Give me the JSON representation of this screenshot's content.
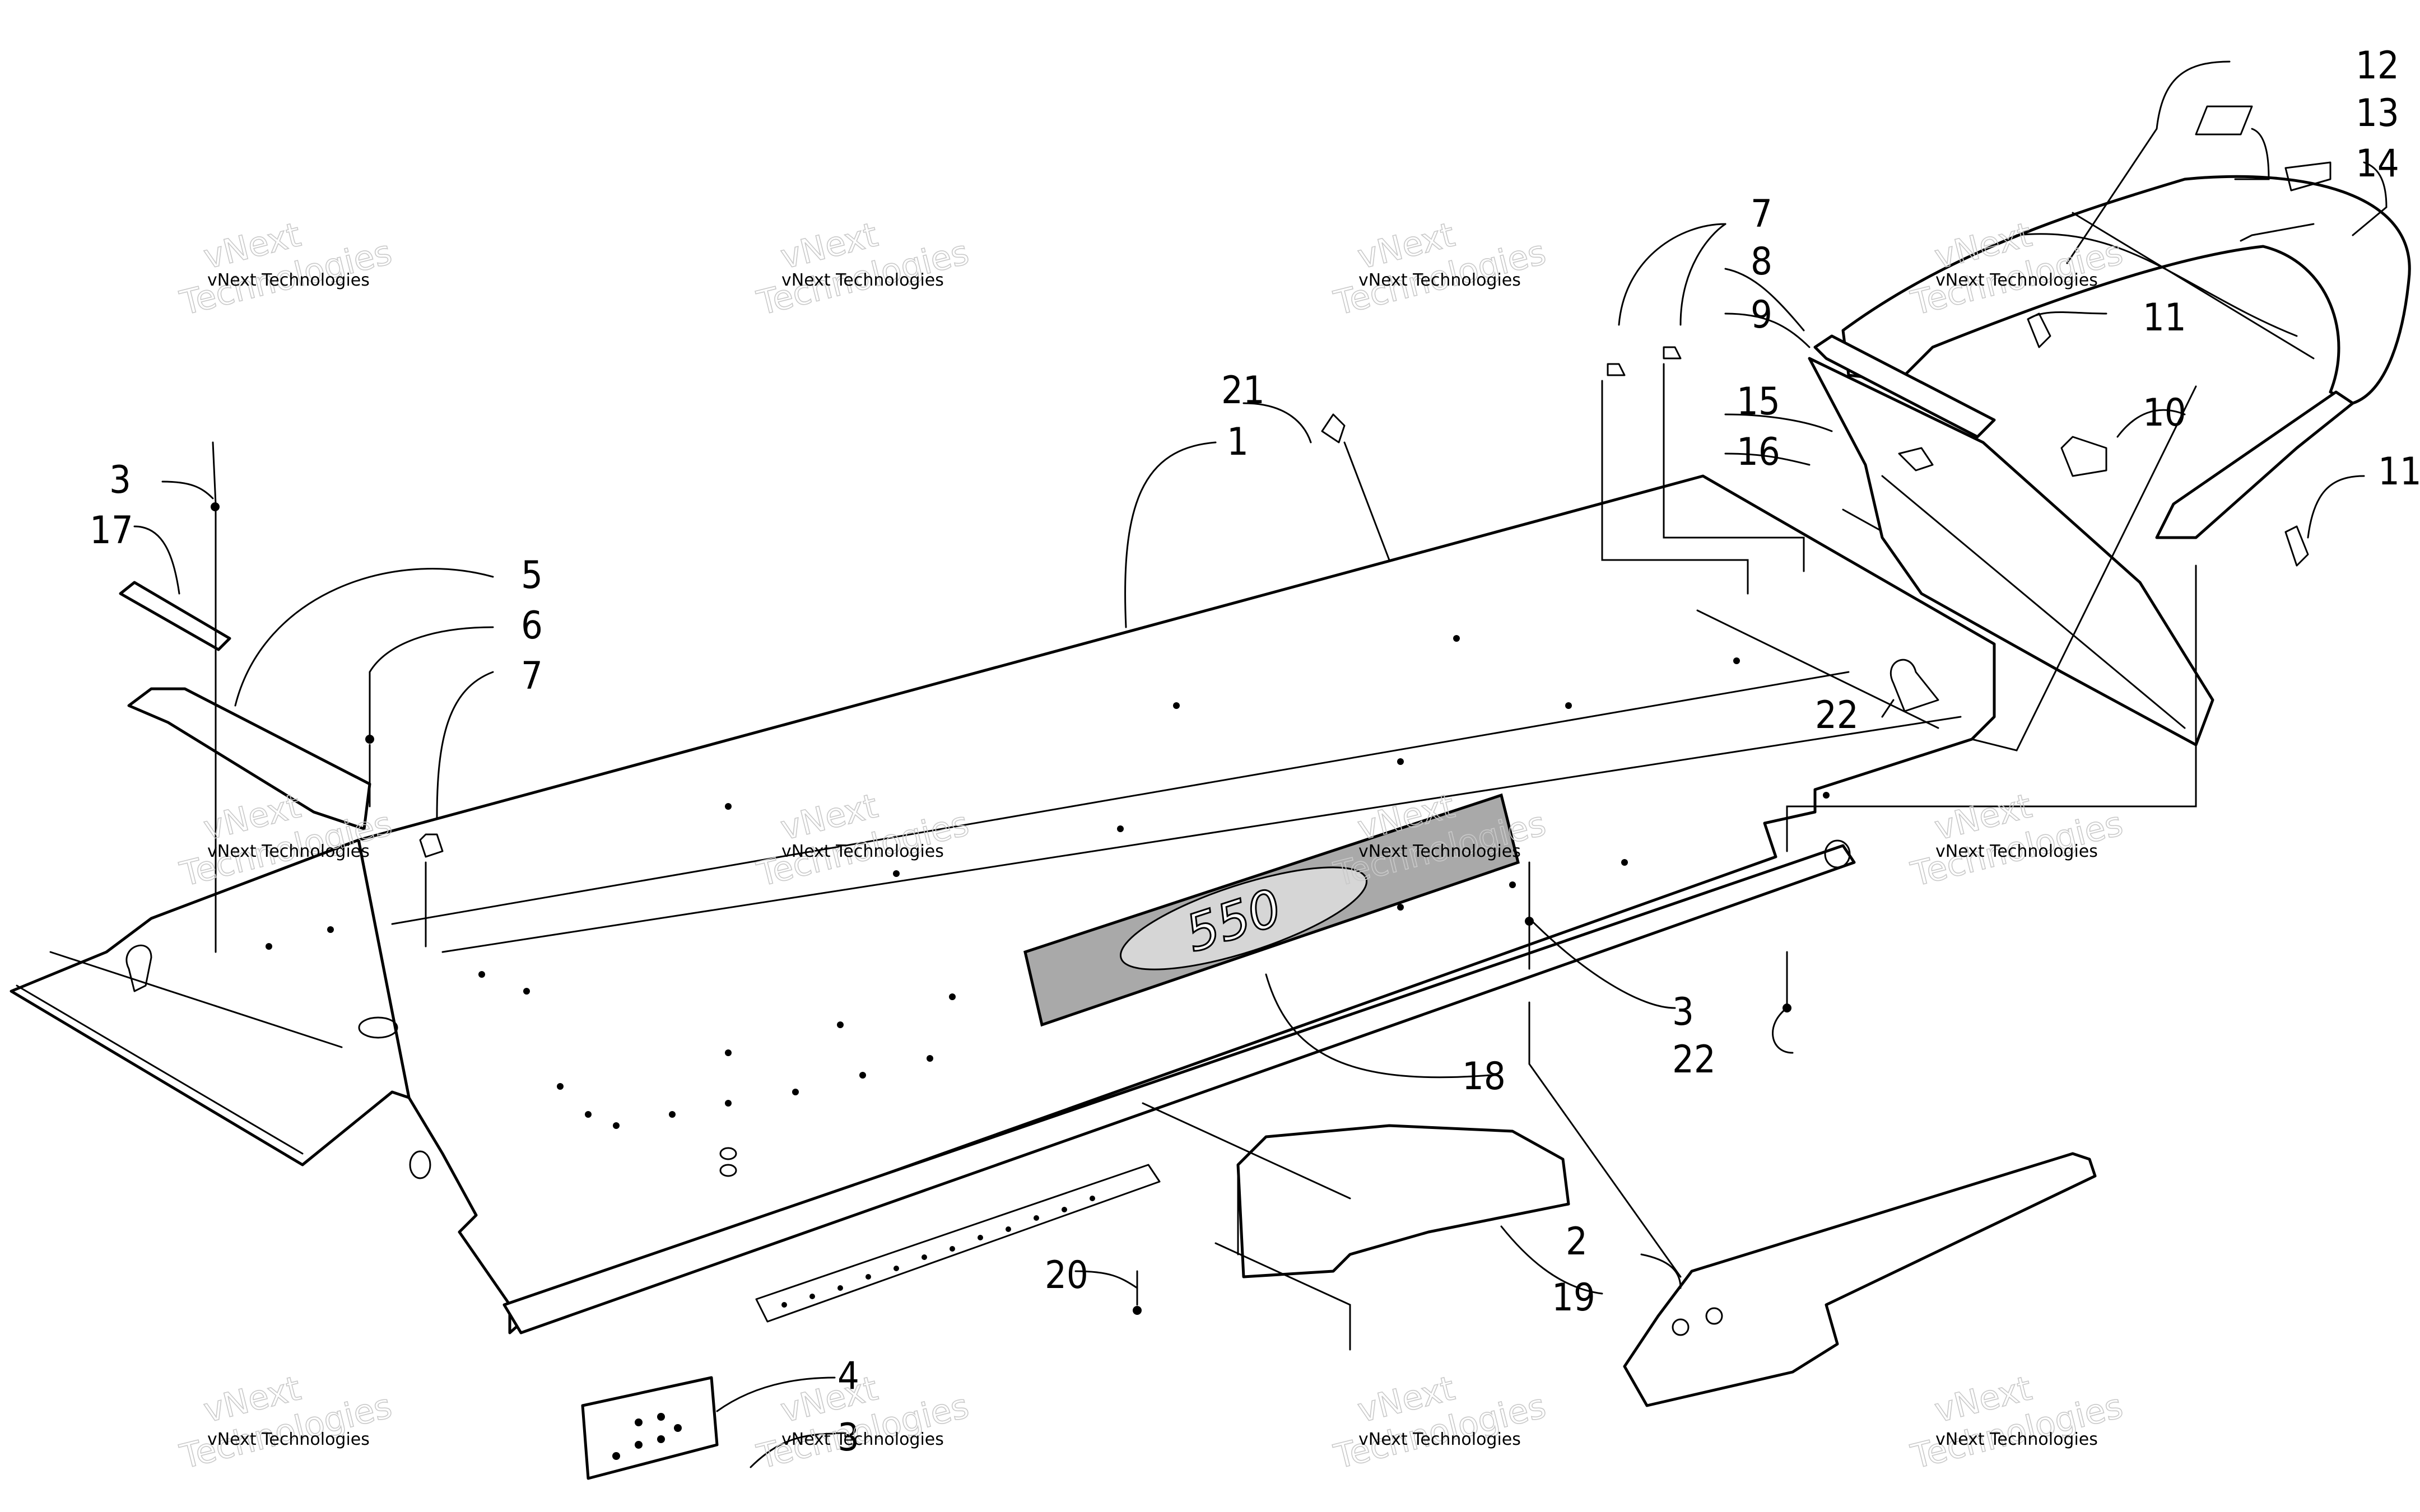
{
  "labels": {
    "l1": "1",
    "l2": "2",
    "l3a": "3",
    "l3b": "3",
    "l3c": "3",
    "l4": "4",
    "l5": "5",
    "l6": "6",
    "l7a": "7",
    "l7b": "7",
    "l8": "8",
    "l9": "9",
    "l10": "10",
    "l11a": "11",
    "l11b": "11",
    "l12": "12",
    "l13": "13",
    "l14": "14",
    "l15": "15",
    "l16": "16",
    "l17": "17",
    "l18": "18",
    "l19": "19",
    "l20": "20",
    "l21": "21",
    "l22a": "22",
    "l22b": "22"
  },
  "decal_text": "550",
  "watermark": {
    "small": "vNext Technologies",
    "big_top": "vNext",
    "big_bottom": "Technologies"
  }
}
